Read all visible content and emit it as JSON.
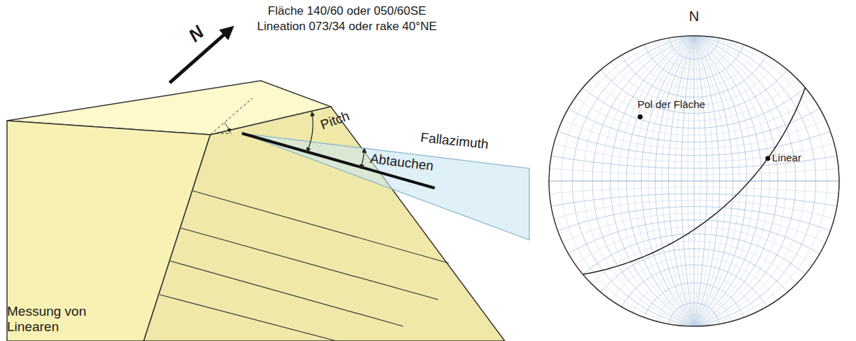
{
  "diagram": {
    "labels": [
      "Fläche 140/60 oder 050/60SE",
      "Lineation 073/34 oder rake 40°NE",
      "N",
      "Pitch",
      "Fallazimuth",
      "Abtauchen",
      "Messung von Linearen",
      "N",
      "Pol der Fläche",
      "Linear"
    ]
  }
}
